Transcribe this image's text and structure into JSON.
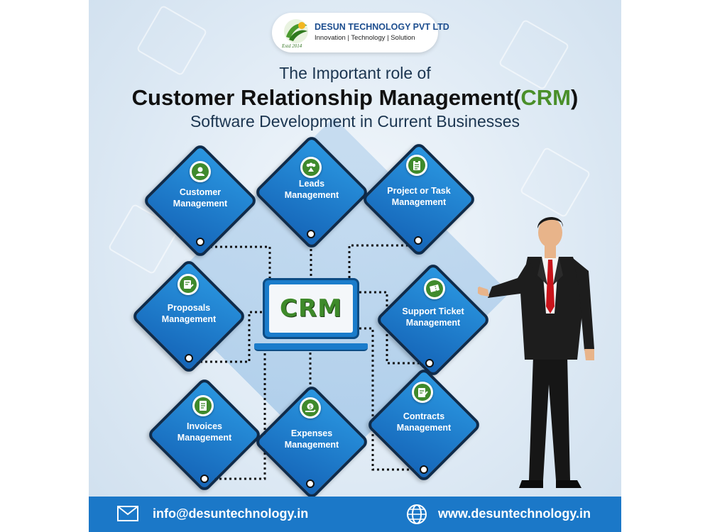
{
  "logo": {
    "company": "DESUN TECHNOLOGY PVT LTD",
    "tagline": "Innovation | Technology | Solution",
    "established": "Estd 2014"
  },
  "heading": {
    "line1": "The Important role of",
    "line2_main": "Customer Relationship Management(",
    "line2_accent": "CRM",
    "line2_end": ")",
    "line3": "Software Development in Current Businesses"
  },
  "center": {
    "label": "CRM"
  },
  "nodes": [
    {
      "id": "customer",
      "line1": "Customer",
      "line2": "Management",
      "icon": "user-icon"
    },
    {
      "id": "leads",
      "line1": "Leads",
      "line2": "Management",
      "icon": "people-icon"
    },
    {
      "id": "project",
      "line1": "Project or Task",
      "line2": "Management",
      "icon": "clipboard-icon"
    },
    {
      "id": "proposals",
      "line1": "Proposals",
      "line2": "Management",
      "icon": "handshake-icon"
    },
    {
      "id": "support",
      "line1": "Support Ticket",
      "line2": "Management",
      "icon": "ticket-icon"
    },
    {
      "id": "invoices",
      "line1": "Invoices",
      "line2": "Management",
      "icon": "invoice-icon"
    },
    {
      "id": "expenses",
      "line1": "Expenses",
      "line2": "Management",
      "icon": "coin-hand-icon"
    },
    {
      "id": "contracts",
      "line1": "Contracts",
      "line2": "Management",
      "icon": "contract-icon"
    }
  ],
  "footer": {
    "email": "info@desuntechnology.in",
    "website": "www.desuntechnology.in",
    "email_icon": "envelope-icon",
    "web_icon": "globe-icon"
  },
  "colors": {
    "node_blue": "#1e7fd0",
    "accent_green": "#4a8f2a",
    "footer_blue": "#1b78c8"
  }
}
